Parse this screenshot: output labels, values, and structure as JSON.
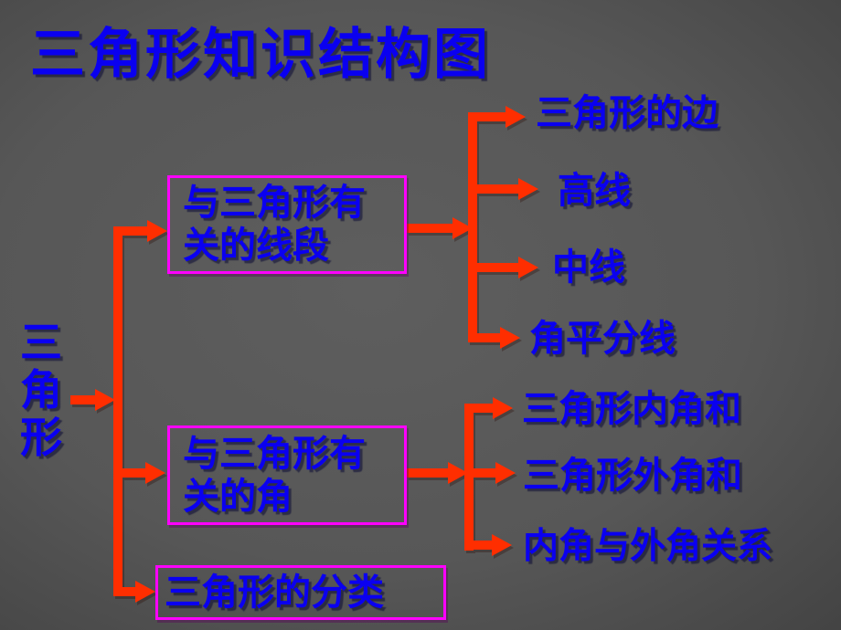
{
  "title": "三角形知识结构图",
  "root_label": "三角形",
  "colors": {
    "arrow": "#ff2e00",
    "box_border": "#ff00ff",
    "text_blue": "#0a00f0",
    "bg_center": "#5e5e5e",
    "bg_edge": "#252525"
  },
  "branches": {
    "segments": {
      "label": "与三角形有关的线段",
      "children": [
        {
          "label": "三角形的边"
        },
        {
          "label": "高线"
        },
        {
          "label": "中线"
        },
        {
          "label": "角平分线"
        }
      ]
    },
    "angles": {
      "label": "与三角形有关的角",
      "children": [
        {
          "label": "三角形内角和"
        },
        {
          "label": "三角形外角和"
        },
        {
          "label": "内角与外角关系"
        }
      ]
    },
    "classification": {
      "label": "三角形的分类",
      "children": []
    }
  }
}
